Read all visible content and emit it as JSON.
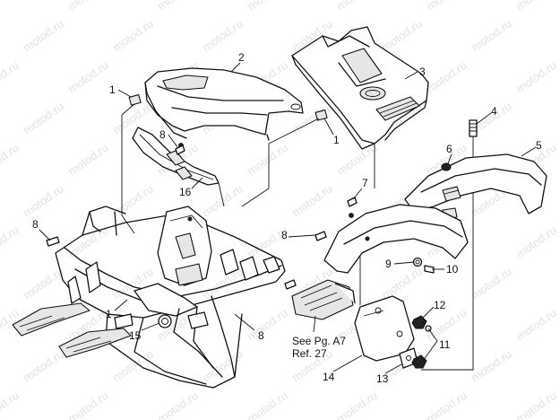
{
  "watermark": "motod.ru",
  "callouts": {
    "c1a": "1",
    "c1b": "1",
    "c1c": "1",
    "c2": "2",
    "c3": "3",
    "c4": "4",
    "c5": "5",
    "c6": "6",
    "c7": "7",
    "c8a": "8",
    "c8b": "8",
    "c8c": "8",
    "c8d": "8",
    "c9": "9",
    "c10": "10",
    "c11": "11",
    "c12": "12",
    "c13": "13",
    "c14": "14",
    "c15": "15",
    "c16": "16"
  },
  "reference_note": {
    "line1": "See Pg. A7",
    "line2": "Ref. 27"
  }
}
